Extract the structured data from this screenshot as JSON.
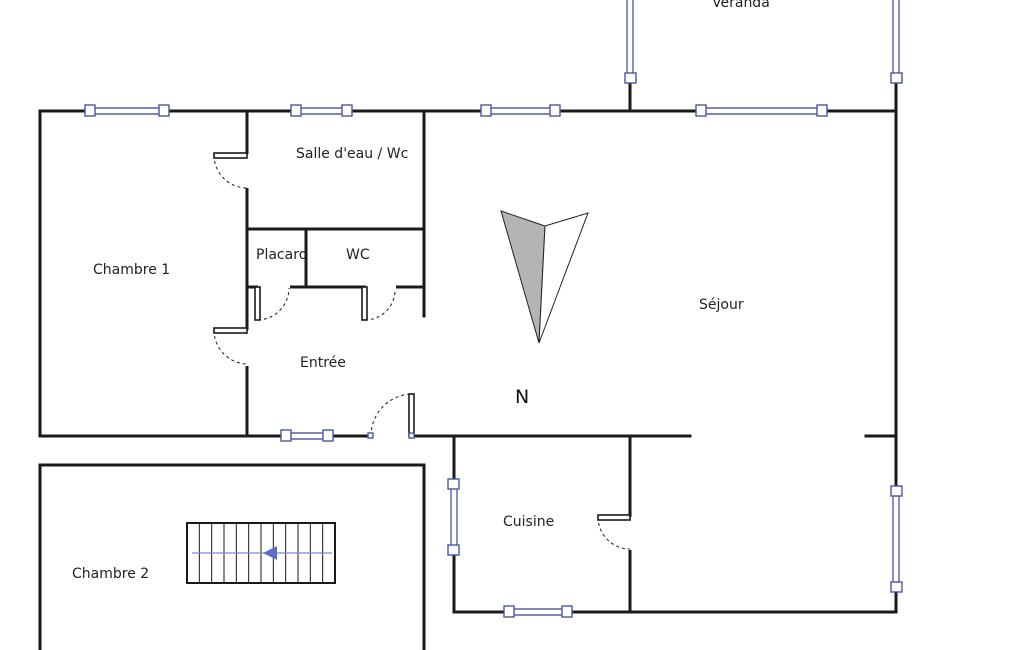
{
  "rooms": {
    "veranda": "Véranda",
    "salle_eau": "Salle d'eau / Wc",
    "chambre1": "Chambre 1",
    "placard": "Placard",
    "wc": "WC",
    "sejour": "Séjour",
    "entree": "Entrée",
    "cuisine": "Cuisine",
    "chambre2": "Chambre 2"
  },
  "compass": {
    "label": "N"
  },
  "colors": {
    "wall": "#1a1a1a",
    "window": "#4a55a0",
    "compass_fill": "#b4b4b4",
    "stair_arrow": "#5b6fc9"
  },
  "icons": {
    "compass": "north-arrow-icon",
    "stairs": "staircase-icon"
  }
}
